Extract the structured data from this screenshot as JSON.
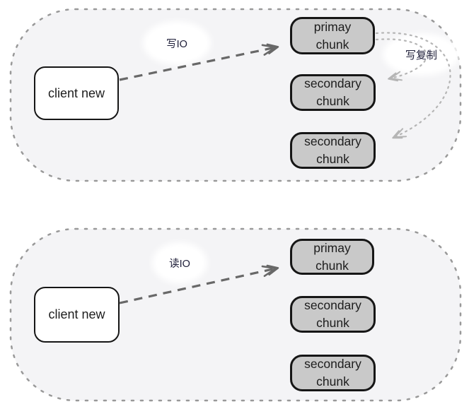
{
  "colors": {
    "container_fill": "#f4f4f6",
    "container_border": "#999999",
    "node_fill": "#c9c9c9",
    "node_border": "#161616",
    "client_fill": "#ffffff",
    "arrow_dark": "#686868",
    "arrow_light": "#b5b5b5",
    "text_color": "#1d1d1d"
  },
  "write_flow": {
    "client_label": "client new",
    "primary_label": "primay\nchunk",
    "secondary1_label": "secondary\nchunk",
    "secondary2_label": "secondary\nchunk",
    "io_label": "写IO",
    "replicate_label": "写复制"
  },
  "read_flow": {
    "client_label": "client new",
    "primary_label": "primay\nchunk",
    "secondary1_label": "secondary\nchunk",
    "secondary2_label": "secondary\nchunk",
    "io_label": "读IO"
  }
}
